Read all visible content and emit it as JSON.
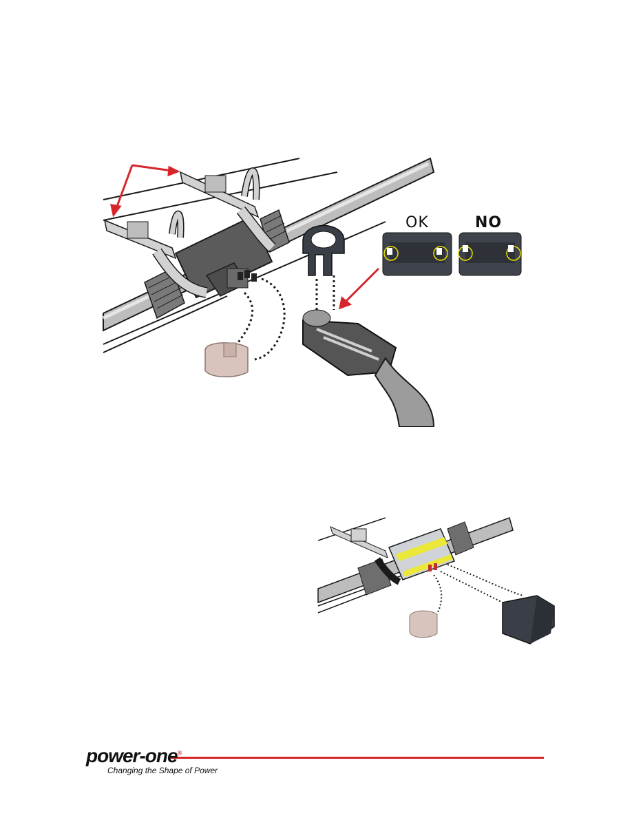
{
  "figure_top": {
    "labels": {
      "ok": "OK",
      "no": "NO"
    },
    "colors": {
      "arrow": "#d6262c",
      "highlight": "#e8e000",
      "cap": "#d9c3bd",
      "body": "#5b5b5b"
    }
  },
  "figure_bottom": {
    "colors": {
      "label_band": "#ece83a",
      "cap": "#d9c3bd",
      "plug": "#3a3f47"
    }
  },
  "footer": {
    "brand": "power-one",
    "registered": "®",
    "tagline": "Changing the Shape of Power",
    "rule_color": "#d6262c"
  }
}
